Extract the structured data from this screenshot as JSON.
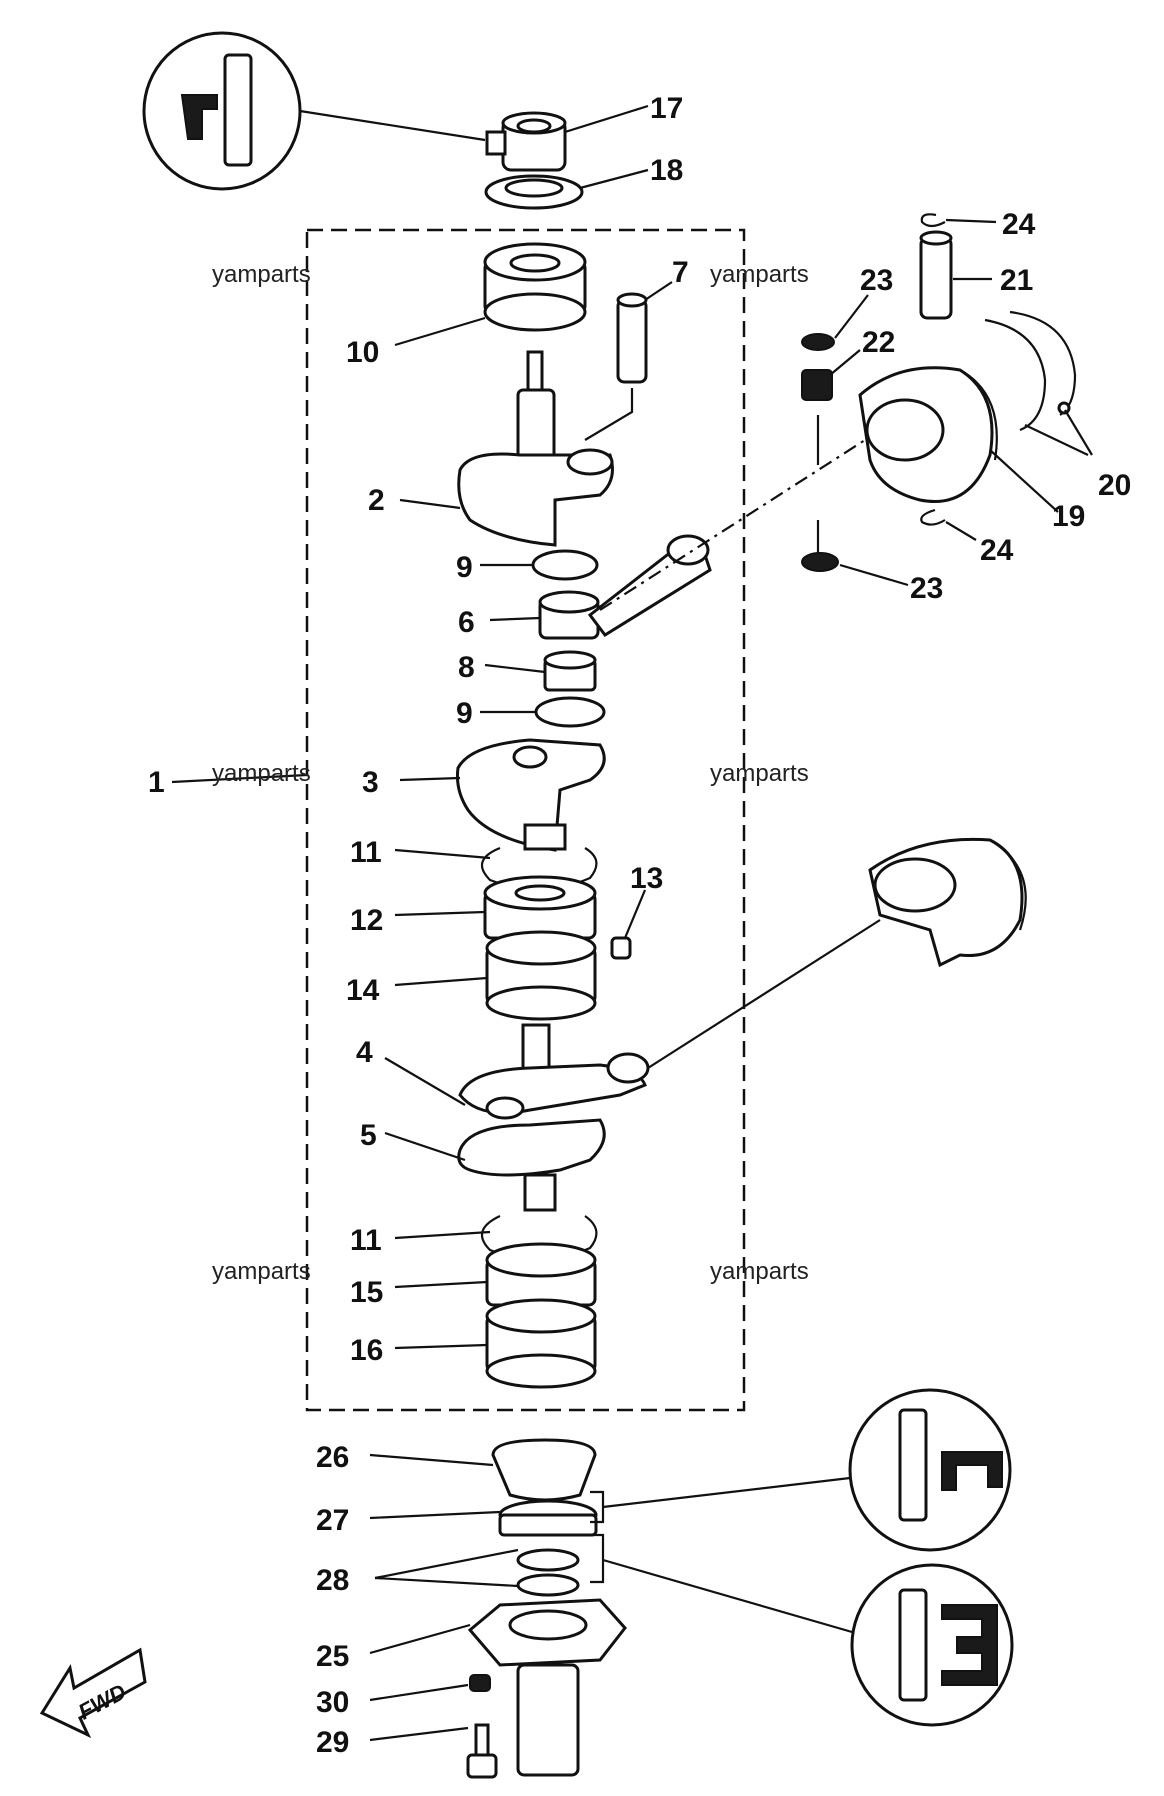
{
  "watermarks": [
    "yamparts",
    "yamparts",
    "yamparts",
    "yamparts",
    "yamparts",
    "yamparts"
  ],
  "fwd_label": "FWD",
  "callouts": [
    {
      "id": "1",
      "text": "1"
    },
    {
      "id": "2",
      "text": "2"
    },
    {
      "id": "3",
      "text": "3"
    },
    {
      "id": "4",
      "text": "4"
    },
    {
      "id": "5",
      "text": "5"
    },
    {
      "id": "6",
      "text": "6"
    },
    {
      "id": "7",
      "text": "7"
    },
    {
      "id": "8",
      "text": "8"
    },
    {
      "id": "9a",
      "text": "9"
    },
    {
      "id": "9b",
      "text": "9"
    },
    {
      "id": "10",
      "text": "10"
    },
    {
      "id": "11a",
      "text": "11"
    },
    {
      "id": "11b",
      "text": "11"
    },
    {
      "id": "12",
      "text": "12"
    },
    {
      "id": "13",
      "text": "13"
    },
    {
      "id": "14",
      "text": "14"
    },
    {
      "id": "15",
      "text": "15"
    },
    {
      "id": "16",
      "text": "16"
    },
    {
      "id": "17",
      "text": "17"
    },
    {
      "id": "18",
      "text": "18"
    },
    {
      "id": "19",
      "text": "19"
    },
    {
      "id": "20",
      "text": "20"
    },
    {
      "id": "21",
      "text": "21"
    },
    {
      "id": "22",
      "text": "22"
    },
    {
      "id": "23a",
      "text": "23"
    },
    {
      "id": "23b",
      "text": "23"
    },
    {
      "id": "24a",
      "text": "24"
    },
    {
      "id": "24b",
      "text": "24"
    },
    {
      "id": "25",
      "text": "25"
    },
    {
      "id": "26",
      "text": "26"
    },
    {
      "id": "27",
      "text": "27"
    },
    {
      "id": "28",
      "text": "28"
    },
    {
      "id": "29",
      "text": "29"
    },
    {
      "id": "30",
      "text": "30"
    }
  ]
}
